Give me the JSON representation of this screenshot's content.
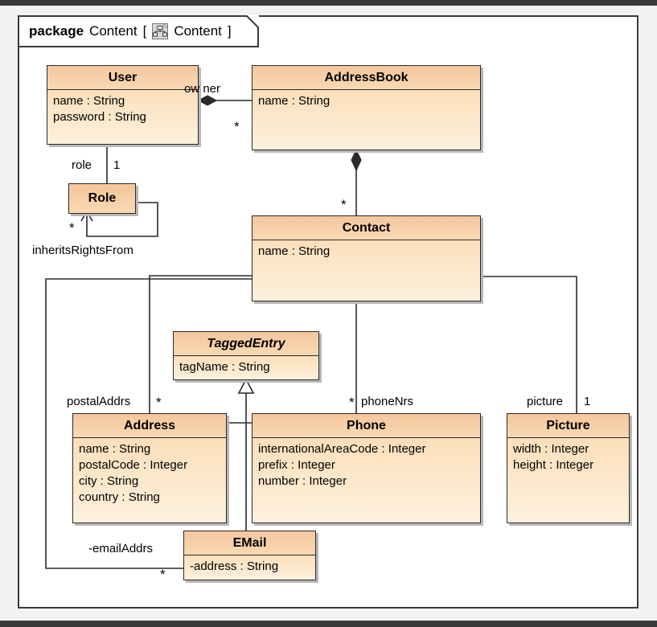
{
  "package": {
    "keyword": "package",
    "name": "Content",
    "bracket_open": "[",
    "bracket_close": "]",
    "diagram_name": "Content",
    "icon": "class-diagram-icon"
  },
  "colors": {
    "class_header": "#f5c69c",
    "class_body": "#fcdfba",
    "border": "#2a2a2a",
    "shadow": "#b8b8b8",
    "frame": "#3b3b3b",
    "canvas": "#f2f2f2",
    "chrome": "#3a3a3a"
  },
  "classes": [
    {
      "id": "user",
      "name": "User",
      "abstract": false,
      "attributes": [
        "name : String",
        "password  : String"
      ]
    },
    {
      "id": "addressbook",
      "name": "AddressBook",
      "abstract": false,
      "attributes": [
        "name : String"
      ]
    },
    {
      "id": "role",
      "name": "Role",
      "abstract": false,
      "attributes": []
    },
    {
      "id": "contact",
      "name": "Contact",
      "abstract": false,
      "attributes": [
        "name : String"
      ]
    },
    {
      "id": "taggedentry",
      "name": "TaggedEntry",
      "abstract": true,
      "attributes": [
        "tagName : String"
      ]
    },
    {
      "id": "address",
      "name": "Address",
      "abstract": false,
      "attributes": [
        "name : String",
        "postalCode : Integer",
        "city : String",
        "country : String"
      ]
    },
    {
      "id": "phone",
      "name": "Phone",
      "abstract": false,
      "attributes": [
        "internationalAreaCode : Integer",
        "prefix : Integer",
        "number : Integer"
      ]
    },
    {
      "id": "picture",
      "name": "Picture",
      "abstract": false,
      "attributes": [
        "width : Integer",
        "height : Integer"
      ]
    },
    {
      "id": "email",
      "name": "EMail",
      "abstract": false,
      "attributes": [
        "-address : String"
      ]
    }
  ],
  "edge_labels": {
    "owner_role": "ow ner",
    "addressbook_mult": "*",
    "role_name": "role",
    "role_mult": "1",
    "inherits_mult": "*",
    "inherits_name": "inheritsRightsFrom",
    "contact_mult": "*",
    "postaladdrs_name": "postalAddrs",
    "postaladdrs_mult": "*",
    "phonenrs_mult": "*",
    "phonenrs_name": "phoneNrs",
    "picture_name": "picture",
    "picture_mult": "1",
    "emailaddrs_name": "-emailAddrs",
    "emailaddrs_mult": "*"
  }
}
